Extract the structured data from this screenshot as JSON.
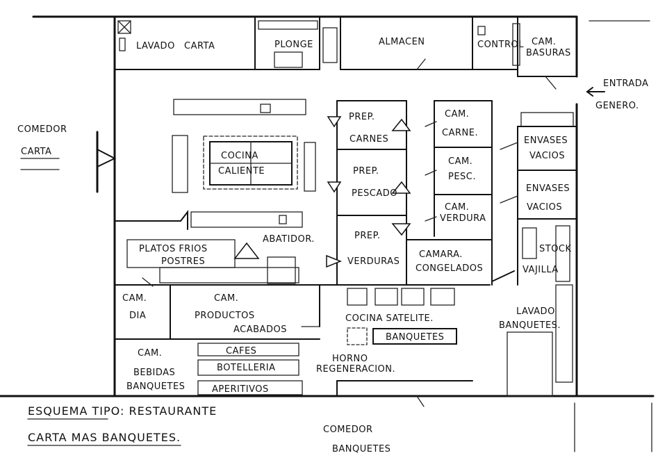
{
  "labels": {
    "lavado": "LAVADO",
    "carta_top": "CARTA",
    "plonge": "PLONGE",
    "almacen": "ALMACEN",
    "control": "CONTROL",
    "com_basuras_1": "CAM.",
    "com_basuras_2": "BASURAS",
    "entrada_1": "ENTRADA",
    "entrada_2": "GENERO.",
    "comedor_carta_1": "COMEDOR",
    "comedor_carta_2": "CARTA",
    "cocina_caliente_1": "COCINA",
    "cocina_caliente_2": "CALIENTE",
    "prep_carnes_1": "PREP.",
    "prep_carnes_2": "CARNES",
    "prep_pescado_1": "PREP.",
    "prep_pescado_2": "PESCADO",
    "prep_verduras_1": "PREP.",
    "prep_verduras_2": "VERDURAS",
    "cam_carne_1": "CAM.",
    "cam_carne_2": "CARNE.",
    "cam_pesc_1": "CAM.",
    "cam_pesc_2": "PESC.",
    "cam_verdura_1": "CAM.",
    "cam_verdura_2": "VERDURA",
    "camara_congelados_1": "CAMARA.",
    "camara_congelados_2": "CONGELADOS",
    "envases_vacios_1a": "ENVASES",
    "envases_vacios_1b": "VACIOS",
    "envases_vacios_2a": "ENVASES",
    "envases_vacios_2b": "VACIOS",
    "stock_1": "STOCK",
    "stock_2": "VAJILLA",
    "platos_frios_1": "PLATOS FRIOS",
    "platos_frios_2": "POSTRES",
    "abatidor": "ABATIDOR.",
    "cam_dia_1": "CAM.",
    "cam_dia_2": "DIA",
    "cam_productos_1": "CAM.",
    "cam_productos_2": "PRODUCTOS",
    "cam_productos_3": "ACABADOS",
    "cocina_satelite": "COCINA SATELITE.",
    "banquetes_box": "BANQUETES",
    "horno_1": "HORNO",
    "horno_2": "REGENERACION.",
    "lavado_banquetes_1": "LAVADO",
    "lavado_banquetes_2": "BANQUETES.",
    "cam_bebidas_1": "CAM.",
    "cam_bebidas_2": "BEBIDAS",
    "cam_bebidas_3": "BANQUETES",
    "cafes": "CAFES",
    "botelleria": "BOTELLERIA",
    "aperitivos": "APERITIVOS",
    "esquema_1": "ESQUEMA TIPO: RESTAURANTE",
    "esquema_2": "CARTA MAS BANQUETES.",
    "comedor_banquetes_1": "COMEDOR",
    "comedor_banquetes_2": "BANQUETES"
  }
}
